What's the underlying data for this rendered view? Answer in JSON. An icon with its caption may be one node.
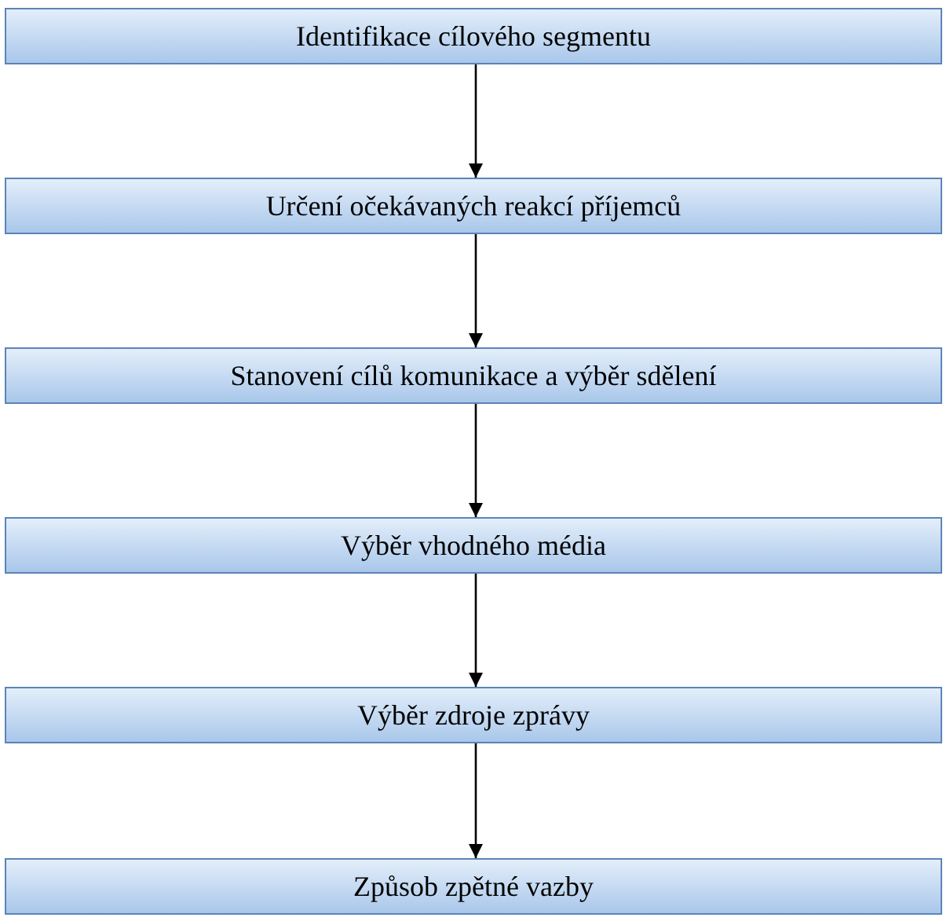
{
  "diagram": {
    "nodes": [
      {
        "text": [
          "Identifikace cílového segmentu"
        ]
      },
      {
        "text": [
          "Určení očekávaných reakcí příjemců"
        ]
      },
      {
        "text": [
          "Stanovení cílů komunikace a výběr sdělení"
        ]
      },
      {
        "text": [
          "Výběr vhodného média"
        ]
      },
      {
        "text": [
          "Výběr zdroje zprávy"
        ]
      },
      {
        "text": [
          "Způsob zpětné vazby"
        ]
      }
    ],
    "edges": [
      {
        "from": 0,
        "to": 1,
        "arrow": "to"
      },
      {
        "from": 1,
        "to": 2,
        "arrow": "to"
      },
      {
        "from": 2,
        "to": 3,
        "arrow": "to"
      },
      {
        "from": 3,
        "to": 4,
        "arrow": "to"
      },
      {
        "from": 4,
        "to": 5,
        "arrow": "to"
      }
    ]
  }
}
